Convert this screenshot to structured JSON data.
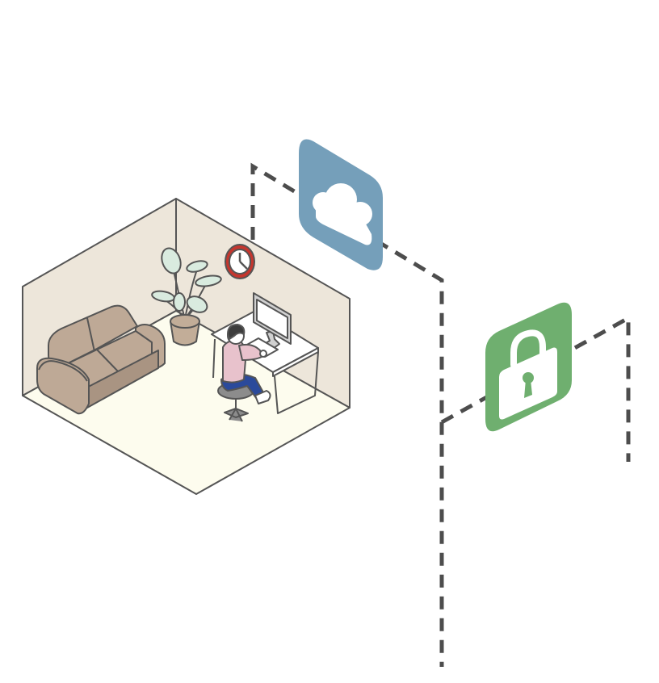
{
  "illustration": {
    "room": {
      "objects": [
        "sofa",
        "potted-plant",
        "wall-clock",
        "desk",
        "computer-monitor",
        "person-at-computer",
        "office-chair"
      ]
    },
    "icons": [
      {
        "name": "cloud-icon",
        "meaning": "cloud storage"
      },
      {
        "name": "lock-icon",
        "meaning": "security"
      }
    ],
    "connectors": [
      "cloud-connector",
      "lock-connector",
      "vertical-connector"
    ]
  },
  "colors": {
    "outline": "#555555",
    "wall": "#ede6da",
    "floor": "#fdfcee",
    "sofa": "#bea996",
    "sofa_dark": "#a99482",
    "plant_leaf": "#d9ebdf",
    "pot": "#c2ad98",
    "clock_rim": "#c5362e",
    "desk": "#ffffff",
    "monitor": "#d0d0d0",
    "shirt": "#e8c2cc",
    "pants": "#2b4a9b",
    "hair": "#3d3d3d",
    "chair": "#8c8c8c",
    "cloud_tile": "#759fba",
    "lock_tile": "#6faf6f",
    "dash": "#4d4d4d"
  }
}
